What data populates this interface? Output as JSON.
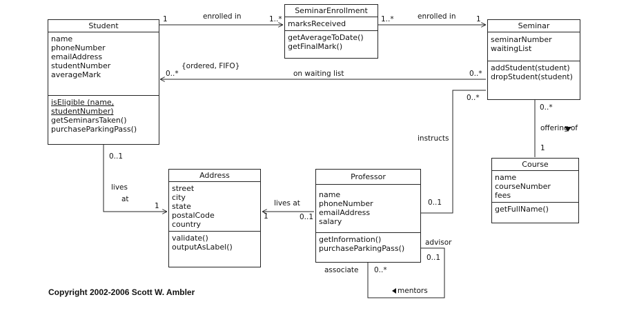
{
  "classes": {
    "student": {
      "name": "Student",
      "attributes": [
        "name",
        "phoneNumber",
        "emailAddress",
        "studentNumber",
        "averageMark"
      ],
      "op_isEligible_1": "isEligible (name,",
      "op_isEligible_2": "studentNumber)",
      "op_getSeminarsTaken": "getSeminarsTaken()",
      "op_purchaseParkingPass": "purchaseParkingPass()"
    },
    "seminarEnrollment": {
      "name": "SeminarEnrollment",
      "attributes": [
        "marksReceived"
      ],
      "operations": [
        "getAverageToDate()",
        "getFinalMark()"
      ]
    },
    "seminar": {
      "name": "Seminar",
      "attributes": [
        "seminarNumber",
        "waitingList"
      ],
      "operations": [
        "addStudent(student)",
        "dropStudent(student)"
      ]
    },
    "address": {
      "name": "Address",
      "attributes": [
        "street",
        "city",
        "state",
        "postalCode",
        "country"
      ],
      "operations": [
        "validate()",
        "outputAsLabel()"
      ]
    },
    "professor": {
      "name": "Professor",
      "attributes": [
        "name",
        "phoneNumber",
        "emailAddress",
        "salary"
      ],
      "operations": [
        "getInformation()",
        "purchaseParkingPass()"
      ]
    },
    "course": {
      "name": "Course",
      "attributes": [
        "name",
        "courseNumber",
        "fees"
      ],
      "operations": [
        "getFullName()"
      ]
    }
  },
  "labels": {
    "enrolled_in_1": "enrolled in",
    "enrolled_in_2": "enrolled in",
    "mult_1_student": "1",
    "mult_1_star_a": "1..*",
    "mult_1_star_b": "1..*",
    "mult_1_seminar": "1",
    "ordered_fifo": "{ordered, FIFO}",
    "mult_0_star_student": "0..*",
    "on_waiting_list": "on waiting list",
    "mult_0_star_seminar": "0..*",
    "mult_0_star_instructs": "0..*",
    "instructs": "instructs",
    "mult_0_1_prof": "0..1",
    "mult_0_star_course": "0..*",
    "offering_of": "offering of",
    "mult_1_course": "1",
    "mult_0_1_lives": "0..1",
    "lives": "lives",
    "at": "at",
    "mult_1_address_a": "1",
    "lives_at": "lives at",
    "mult_1_address_b": "1",
    "mult_0_1_address_prof": "0..1",
    "advisor": "advisor",
    "mult_0_1_advisor": "0..1",
    "associate": "associate",
    "mult_0_star_assoc": "0..*",
    "mentors": "mentors"
  },
  "copyright": "Copyright 2002-2006 Scott W. Ambler"
}
